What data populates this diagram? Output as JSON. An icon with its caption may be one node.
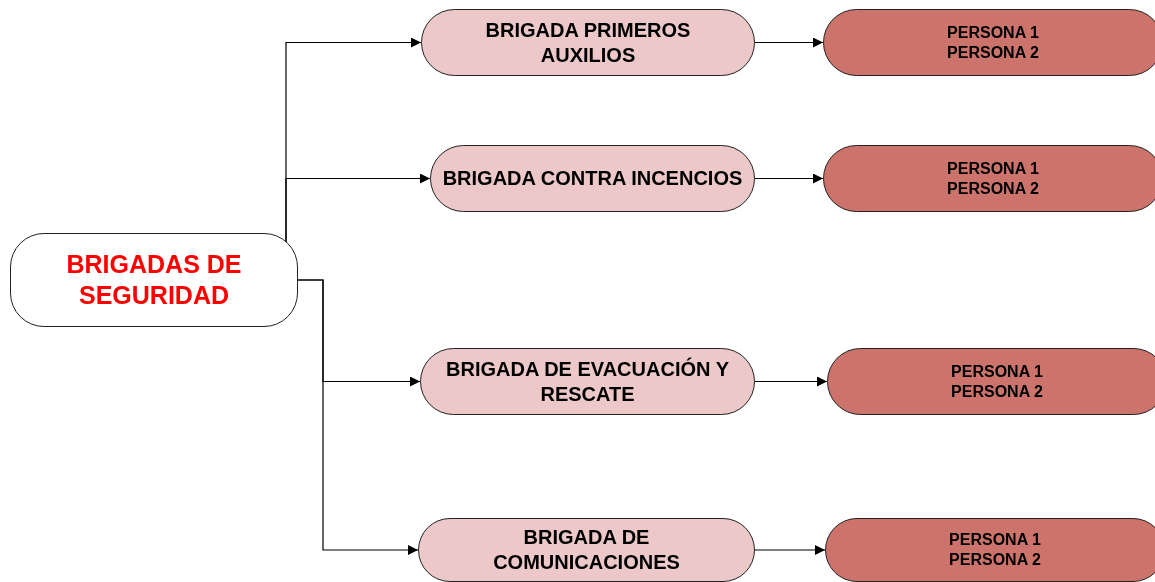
{
  "diagram": {
    "nodes": [
      {
        "text": [
          "BRIGADAS DE SEGURIDAD"
        ]
      },
      {
        "text": [
          "BRIGADA PRIMEROS AUXILIOS"
        ]
      },
      {
        "text": [
          "PERSONA 1",
          "PERSONA 2"
        ]
      },
      {
        "text": [
          "BRIGADA CONTRA INCENCIOS"
        ]
      },
      {
        "text": [
          "PERSONA 1",
          "PERSONA 2"
        ]
      },
      {
        "text": [
          "BRIGADA DE EVACUACIÓN Y RESCATE"
        ]
      },
      {
        "text": [
          "PERSONA 1",
          "PERSONA 2"
        ]
      },
      {
        "text": [
          "BRIGADA DE COMUNICACIONES"
        ]
      },
      {
        "text": [
          "PERSONA 1",
          "PERSONA 2"
        ]
      }
    ],
    "edges": [
      {
        "from": 0,
        "to": 1,
        "arrow": "to"
      },
      {
        "from": 0,
        "to": 3,
        "arrow": "to"
      },
      {
        "from": 0,
        "to": 5,
        "arrow": "to"
      },
      {
        "from": 0,
        "to": 7,
        "arrow": "to"
      },
      {
        "from": 1,
        "to": 2,
        "arrow": "to"
      },
      {
        "from": 3,
        "to": 4,
        "arrow": "to"
      },
      {
        "from": 5,
        "to": 6,
        "arrow": "to"
      },
      {
        "from": 7,
        "to": 8,
        "arrow": "to"
      }
    ]
  }
}
